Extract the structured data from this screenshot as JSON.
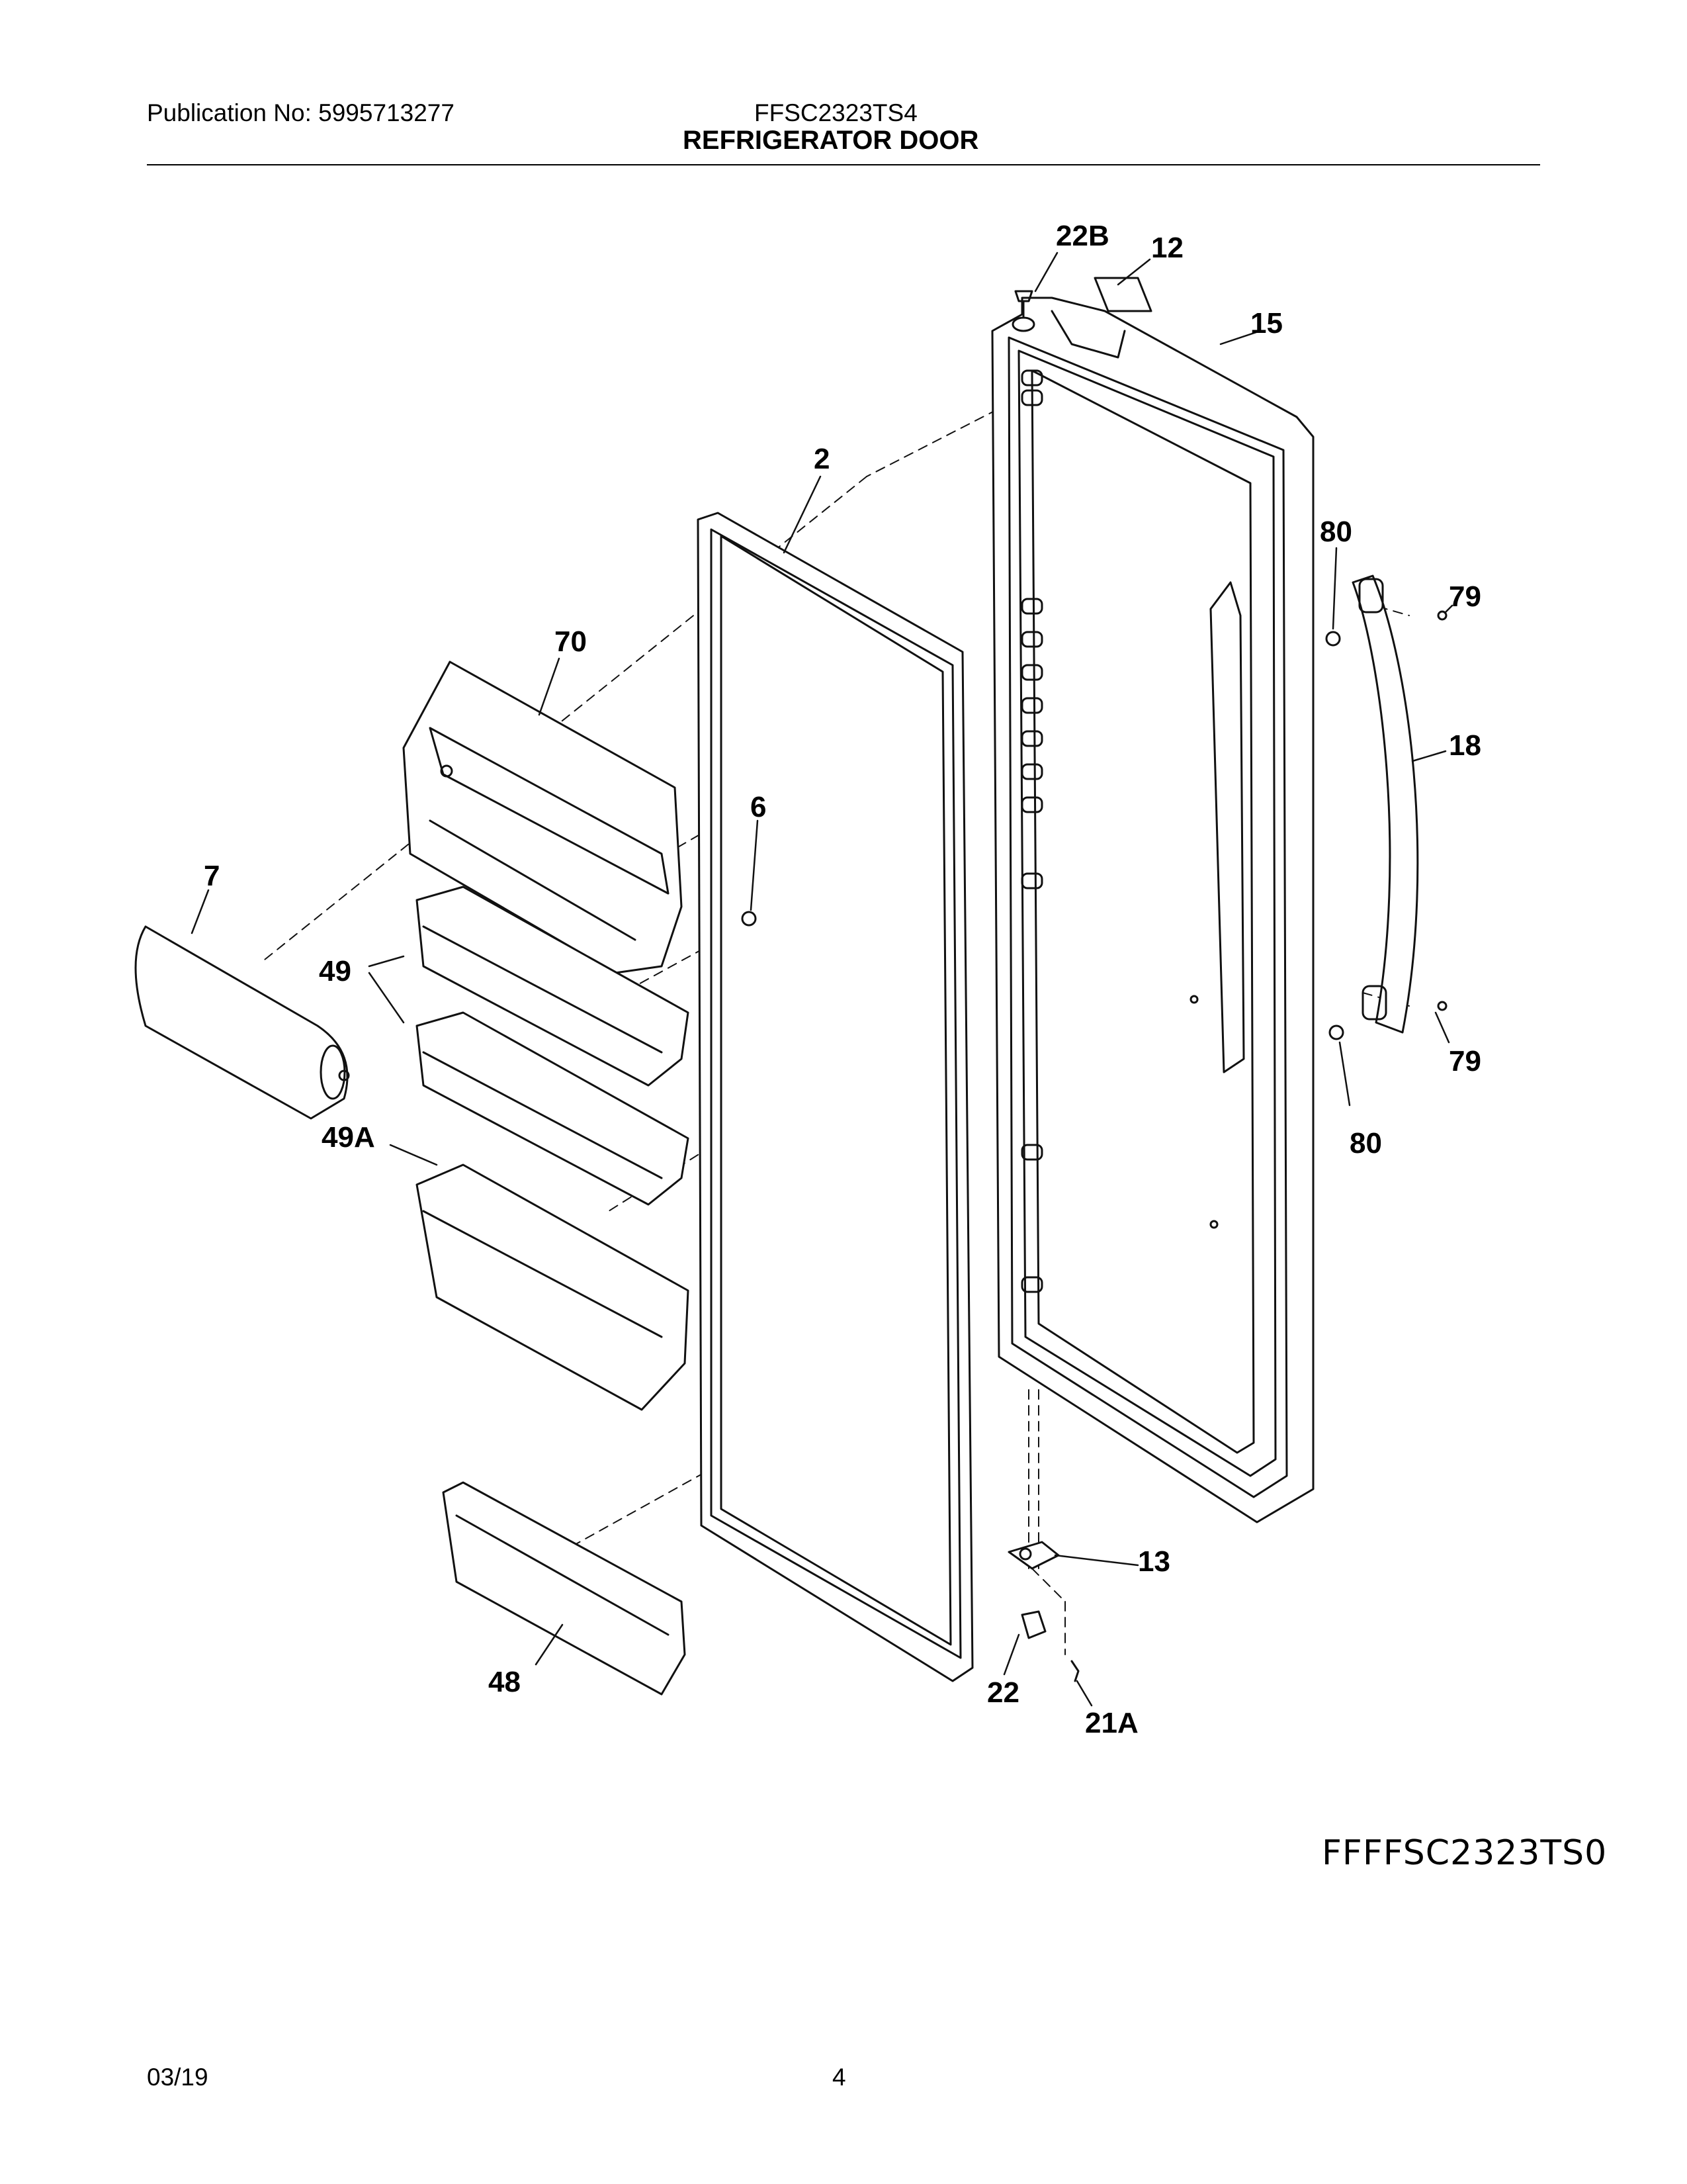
{
  "header": {
    "publication": "Publication No: 5995713277",
    "model": "FFSC2323TS4",
    "title": "REFRIGERATOR DOOR"
  },
  "callouts": [
    "22B",
    "12",
    "15",
    "2",
    "80",
    "79",
    "70",
    "18",
    "6",
    "7",
    "49",
    "49A",
    "79",
    "80",
    "13",
    "48",
    "22",
    "21A"
  ],
  "diagram_code": "FFFFSC2323TS0",
  "footer": {
    "date": "03/19",
    "page": "4"
  }
}
